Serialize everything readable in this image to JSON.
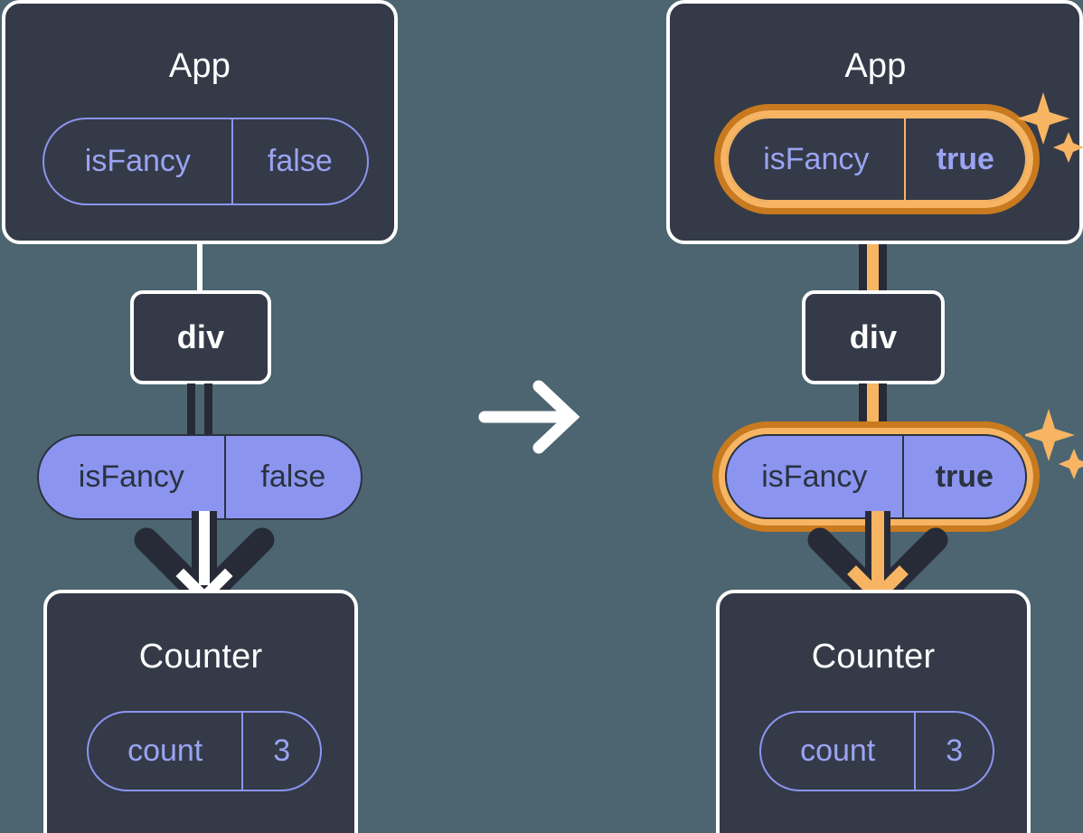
{
  "diagram": {
    "title_left": "App",
    "title_right": "App",
    "transition_icon": "right-arrow-icon"
  },
  "left": {
    "app": {
      "label": "App",
      "state_pill": {
        "key": "isFancy",
        "value": "false",
        "style": "outline"
      }
    },
    "div": {
      "label": "div"
    },
    "props_pill": {
      "key": "isFancy",
      "value": "false",
      "style": "filled"
    },
    "counter": {
      "label": "Counter",
      "state_pill": {
        "key": "count",
        "value": "3",
        "style": "outline"
      }
    }
  },
  "right": {
    "app": {
      "label": "App",
      "state_pill": {
        "key": "isFancy",
        "value": "true",
        "style": "outline",
        "highlighted": true
      }
    },
    "div": {
      "label": "div"
    },
    "props_pill": {
      "key": "isFancy",
      "value": "true",
      "style": "filled",
      "highlighted": true
    },
    "counter": {
      "label": "Counter",
      "state_pill": {
        "key": "count",
        "value": "3",
        "style": "outline"
      }
    },
    "sparkle_top": "sparkles-icon",
    "sparkle_mid": "sparkles-icon"
  },
  "colors": {
    "background": "#4c6570",
    "card_fill": "#343a48",
    "card_border": "#ffffff",
    "purple": "#8b95f0",
    "purple_text": "#2b3240",
    "orange_dark": "#c97a1e",
    "orange_light": "#f7b563",
    "arrow_dark": "#262b37",
    "arrow_white": "#ffffff"
  }
}
